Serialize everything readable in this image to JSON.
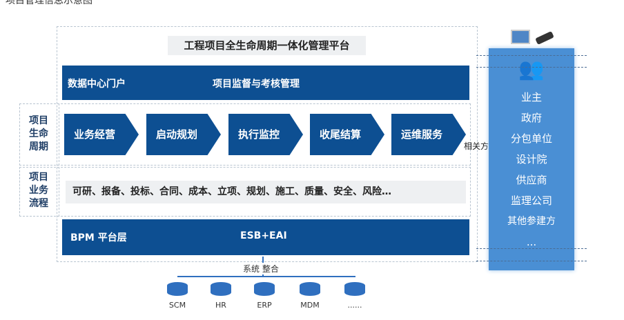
{
  "caption": "项目管理信息示意图",
  "title": "工程项目全生命周期一体化管理平台",
  "top_bar": {
    "left": "数据中心门户",
    "right": "项目监督与考核管理"
  },
  "lifecycle": {
    "label": "项目\n生命\n周期",
    "stages": [
      "业务经营",
      "启动规划",
      "执行监控",
      "收尾结算",
      "运维服务"
    ]
  },
  "related_label": "相关方",
  "business": {
    "label": "项目\n业务\n流程",
    "items": "可研、报备、投标、合同、成本、立项、规划、施工、质量、安全、风险…"
  },
  "bottom_bar": {
    "left": "BPM  平台层",
    "right": "ESB+EAI"
  },
  "stakeholders": [
    "业主",
    "政府",
    "分包单位",
    "设计院",
    "供应商",
    "监理公司",
    "其他参建方",
    "..."
  ],
  "integration_label": "系统 整合",
  "systems": [
    "SCM",
    "HR",
    "ERP",
    "MDM",
    "......"
  ],
  "colors": {
    "primary": "#0d4f92",
    "panel": "#4a8fd4"
  },
  "icons": [
    "monitor-icon",
    "phone-icon",
    "users-icon",
    "database-icon"
  ]
}
